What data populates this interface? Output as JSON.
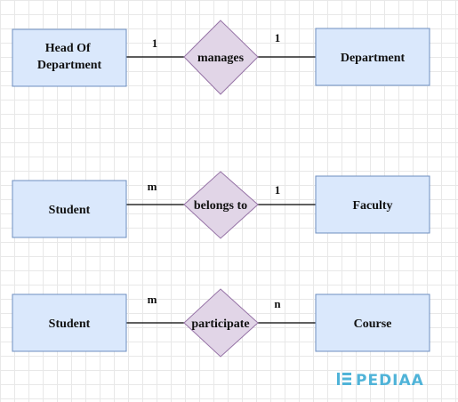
{
  "colors": {
    "entity_fill": "#dae8fc",
    "entity_stroke": "#6c8ebf",
    "relationship_fill": "#e1d5e7",
    "relationship_stroke": "#9673a6",
    "logo": "#4fb3d8"
  },
  "rows": [
    {
      "left_entity": [
        "Head Of",
        "Department"
      ],
      "relationship": "manages",
      "right_entity": "Department",
      "left_cardinality": "1",
      "right_cardinality": "1"
    },
    {
      "left_entity": [
        "Student"
      ],
      "relationship": "belongs to",
      "right_entity": "Faculty",
      "left_cardinality": "m",
      "right_cardinality": "1"
    },
    {
      "left_entity": [
        "Student"
      ],
      "relationship": "participate",
      "right_entity": "Course",
      "left_cardinality": "m",
      "right_cardinality": "n"
    }
  ],
  "watermark": "PEDIAA"
}
